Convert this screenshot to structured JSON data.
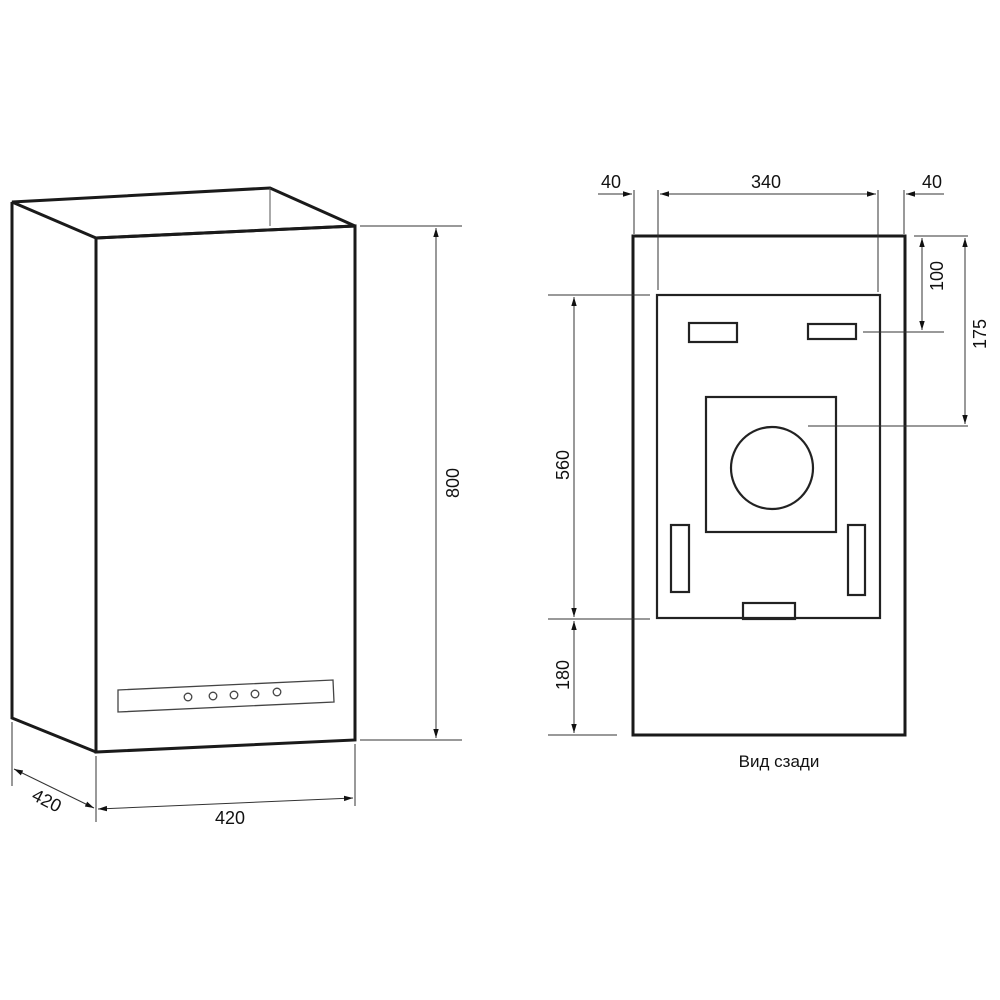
{
  "drawing": {
    "front_view": {
      "dimensions": {
        "height": "800",
        "width": "420",
        "depth": "420"
      },
      "control_panel": {
        "button_count": 5
      }
    },
    "rear_view": {
      "caption": "Вид сзади",
      "dimensions": {
        "left_margin": "40",
        "inner_width": "340",
        "right_margin": "40",
        "top_to_vent": "100",
        "top_to_outlet_center": "175",
        "inner_panel_height": "560",
        "bottom_offset": "180"
      }
    },
    "colors": {
      "line": "#1a1a1a",
      "background": "#ffffff"
    }
  }
}
